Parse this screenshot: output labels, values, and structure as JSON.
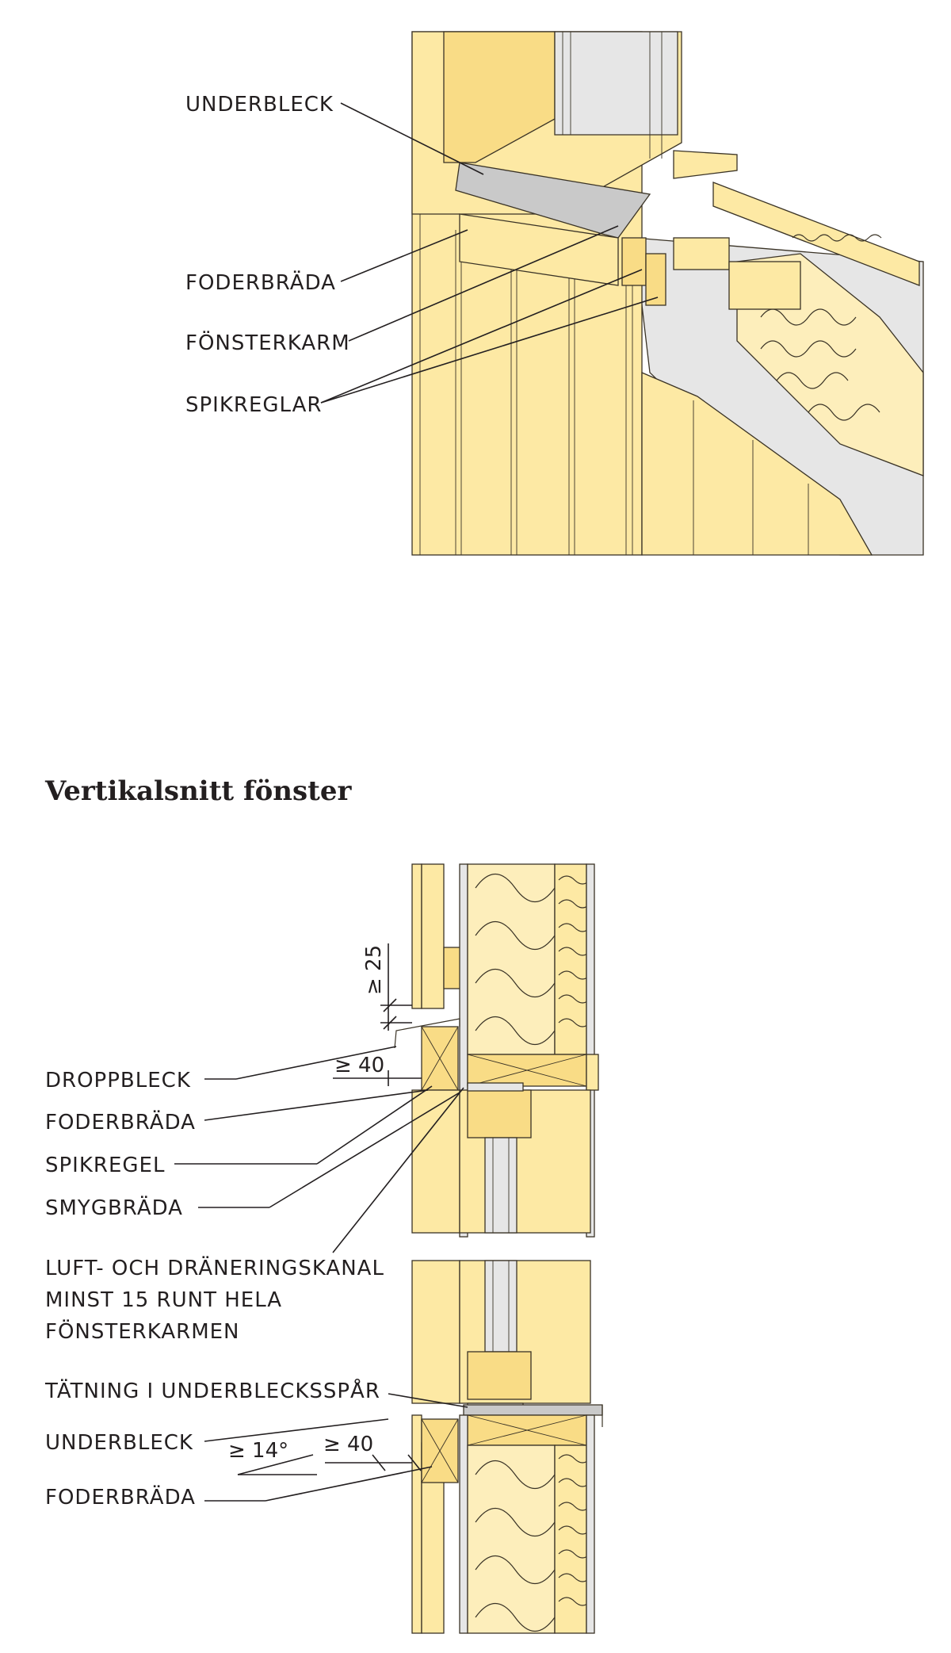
{
  "top_labels": {
    "underbleck": "UNDERBLECK",
    "foderbrada": "FODERBRÄDA",
    "fonsterkarm": "FÖNSTERKARM",
    "spikreglar": "SPIKREGLAR"
  },
  "section_title": "Vertikalsnitt fönster",
  "bottom_labels": {
    "droppbleck": "DROPPBLECK",
    "foderbrada_1": "FODERBRÄDA",
    "spikregel": "SPIKREGEL",
    "smygbrada": "SMYGBRÄDA",
    "kanal_line1": "LUFT- OCH DRÄNERINGSKANAL",
    "kanal_line2": "MINST 15 RUNT HELA",
    "kanal_line3": "FÖNSTERKARMEN",
    "tatning": "TÄTNING I UNDERBLECKSSPÅR",
    "underbleck": "UNDERBLECK",
    "foderbrada_2": "FODERBRÄDA"
  },
  "dimensions": {
    "gap_top": "≥ 25",
    "droppbleck_overlap": "≥ 40",
    "slope": "≥ 14°",
    "underbleck_overlap": "≥ 40"
  },
  "colors": {
    "wood": "#fde9a4",
    "wood_dark": "#f9dc86",
    "insulation": "#fdeebb",
    "membrane": "#e6e6e6",
    "metal": "#c9c9c9",
    "ink": "#231f20"
  }
}
